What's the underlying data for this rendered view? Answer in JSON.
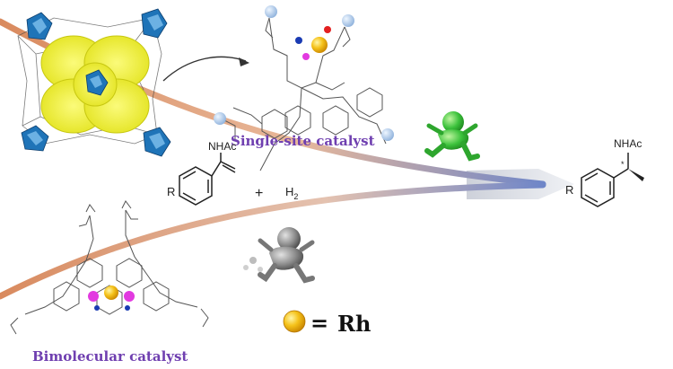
{
  "labels": {
    "single_site": "Single-site catalyst",
    "bimolecular": "Bimolecular catalyst"
  },
  "reactant": {
    "group": "NHAc",
    "substituent": "R",
    "plus": "+",
    "h2": "H2",
    "h2_sub": "2"
  },
  "product": {
    "group": "NHAc",
    "substituent": "R",
    "stereo": "*"
  },
  "legend": {
    "equals": "=",
    "metal": "Rh"
  },
  "colors": {
    "label_purple": "#6f3fb0",
    "fast_runner": "#39c23a",
    "slow_runner": "#7a7a7a",
    "rh_sphere": "#f0b400",
    "tan_band": "#d9a07e",
    "blue_band": "#7d8fc4",
    "cage_yellow": "#ecec2a",
    "cluster_blue": "#1f74b8",
    "hinge_magenta": "#e23ae0"
  },
  "icons": [
    "mof-cage-icon",
    "reaction-arrow-icon",
    "fast-runner-icon",
    "slow-runner-icon",
    "rh-sphere-icon",
    "benzene-ring-icon"
  ]
}
